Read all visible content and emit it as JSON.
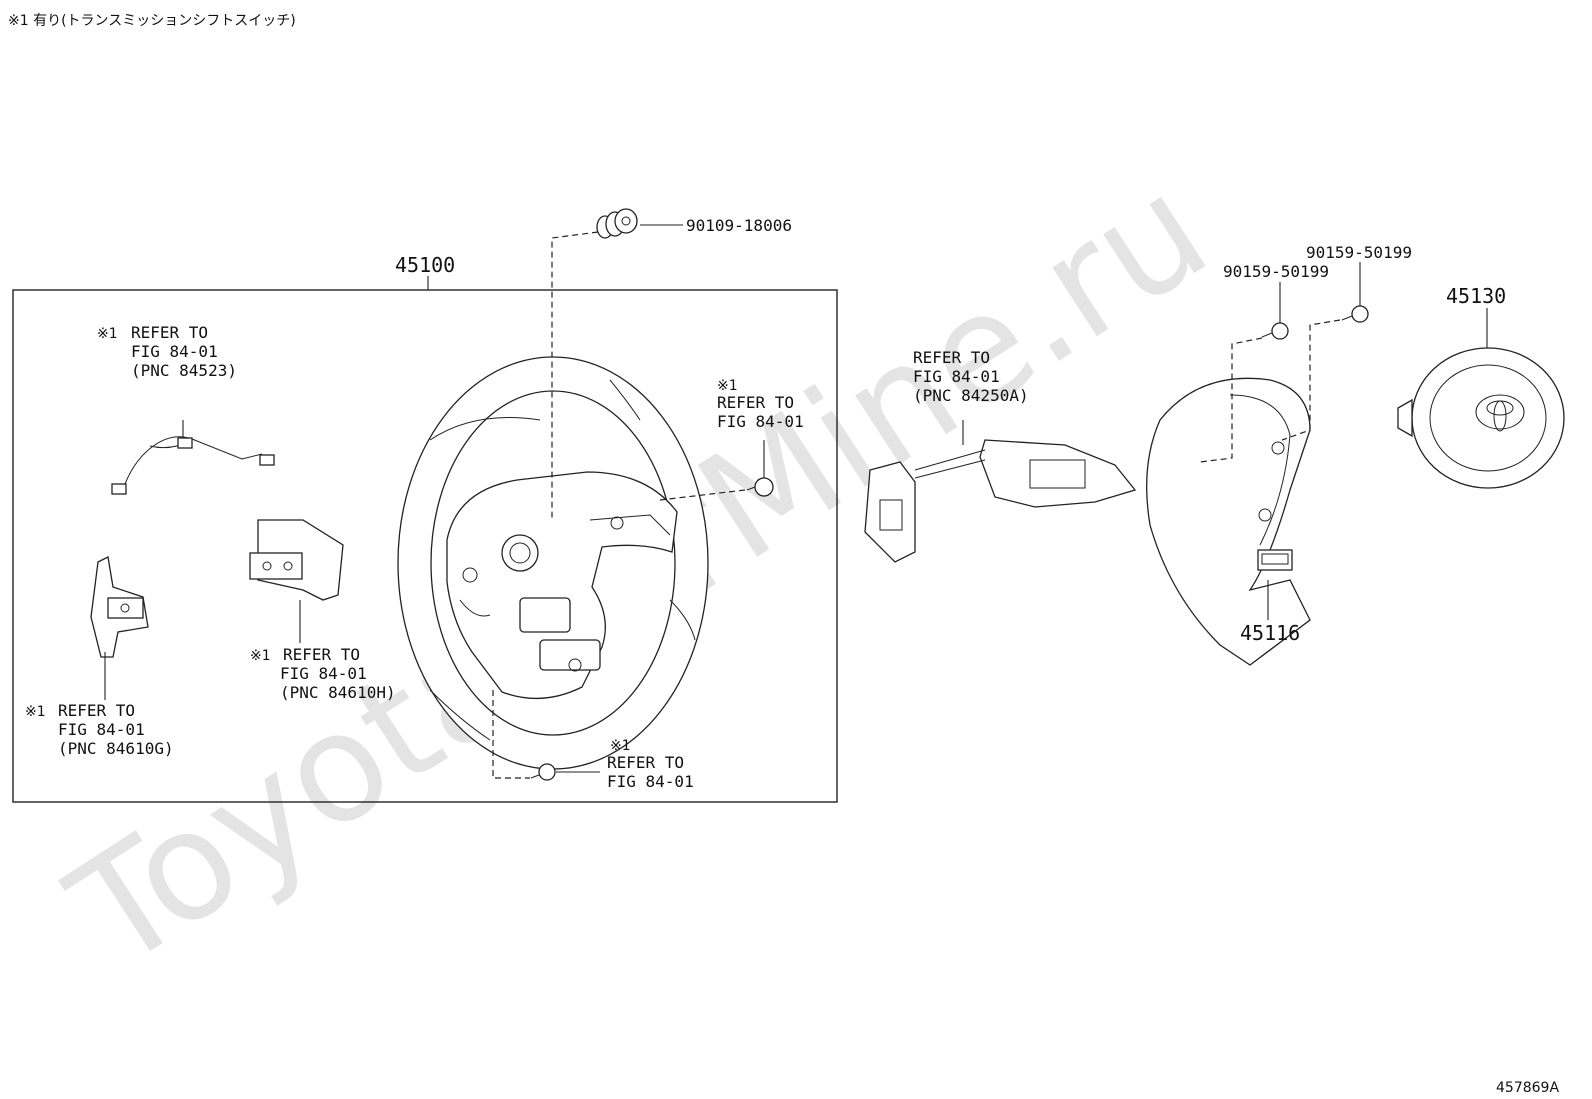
{
  "header_note": "※1 有り(トランスミッションシフトスイッチ)",
  "watermark": "ToyotaCarMine.ru",
  "figure_code": "457869A",
  "parts": {
    "steering_wheel_assy": "45100",
    "steering_pad": "45130",
    "lower_cover": "45116",
    "nut": "90109-18006",
    "screw_upper": "90159-50199",
    "screw_lower": "90159-50199"
  },
  "callouts": {
    "wire_harness": {
      "mark": "※1",
      "lines": [
        "REFER TO",
        "FIG 84-01",
        "(PNC 84523)"
      ]
    },
    "paddle_right": {
      "mark": "※1",
      "lines": [
        "REFER TO",
        "FIG 84-01",
        "(PNC 84610H)"
      ]
    },
    "paddle_left": {
      "mark": "※1",
      "lines": [
        "REFER TO",
        "FIG 84-01",
        "(PNC 84610G)"
      ]
    },
    "screw_right": {
      "mark": "※1",
      "lines": [
        "REFER TO",
        "FIG 84-01"
      ]
    },
    "screw_bottom": {
      "mark": "※1",
      "lines": [
        "REFER TO",
        "FIG 84-01"
      ]
    },
    "switch_assy": {
      "lines": [
        "REFER TO",
        "FIG 84-01",
        "(PNC 84250A)"
      ]
    }
  }
}
